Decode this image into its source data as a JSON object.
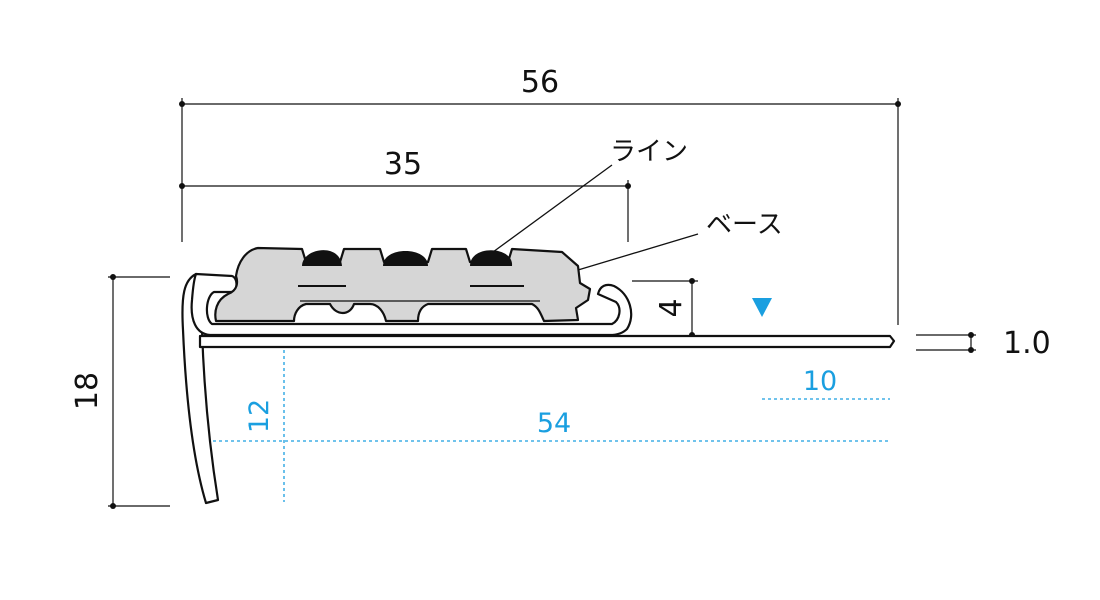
{
  "dimensions": {
    "overall_width": "56",
    "line_width": "35",
    "height": "18",
    "base_height": "4",
    "thickness": "1.0",
    "depth_12": "12",
    "width_54": "54",
    "width_10": "10"
  },
  "labels": {
    "line": "ライン",
    "base": "ベース"
  },
  "colors": {
    "outline": "#111111",
    "base_fill": "#d6d6d6",
    "line_insert": "#111111",
    "dashed_blue": "#1a9fe0"
  },
  "icons": {
    "level_marker": "down-triangle-icon"
  }
}
